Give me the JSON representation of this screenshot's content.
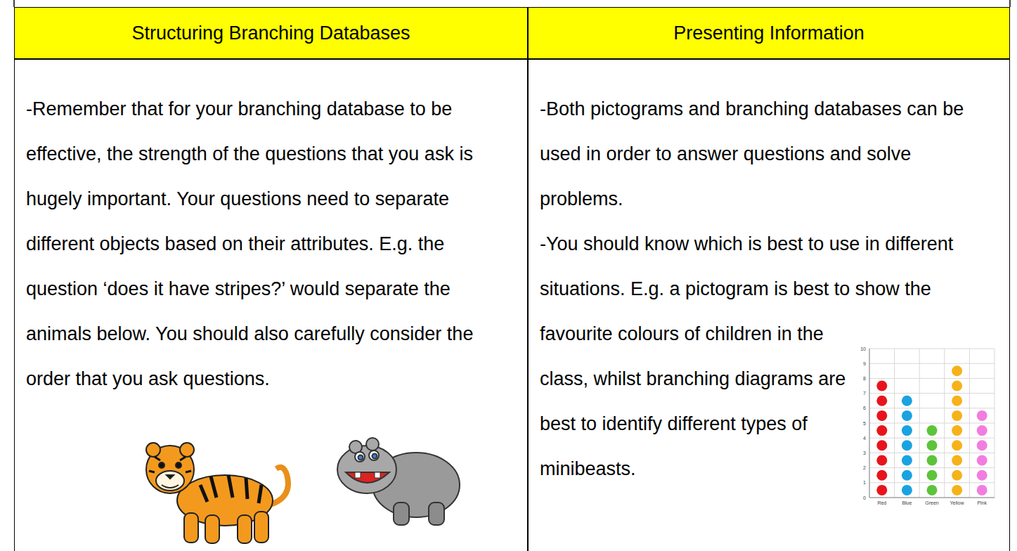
{
  "diagram": {
    "nodes": [
      {
        "text": [
          "Structuring Branching Databases"
        ]
      },
      {
        "text": [
          "Presenting Information"
        ]
      },
      {
        "text": [
          "-Remember that for your branching database to be effective, the strength of the questions that you ask is hugely important. Your questions need to separate different objects based on their attributes. E.g. the question ‘does it have stripes?’ would separate the animals below. You should also carefully consider the order that you ask questions."
        ]
      },
      {
        "text": [
          "-Both pictograms and branching databases can be used in order to answer questions and solve problems.",
          "-You should know which is best to use in different situations. E.g. a pictogram is best to show the favourite colours of children in the class, whilst branching diagrams are best to identify different types of minibeasts."
        ]
      }
    ],
    "labels": [
      "0",
      "1",
      "2",
      "3",
      "4",
      "5",
      "6",
      "7",
      "8",
      "9",
      "10",
      "Red",
      "Blue",
      "Green",
      "Yellow",
      "Pink"
    ]
  }
}
